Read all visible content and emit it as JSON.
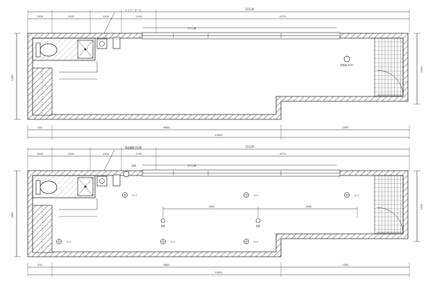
{
  "plans": [
    {
      "id": "plan-top",
      "top_dims": [
        "1500",
        "2500",
        "1500",
        "1200",
        "4570"
      ],
      "overall_top": "10130",
      "left_dim": "1650",
      "right_dim": "1500",
      "bottom_dims": [
        "500",
        "6800",
        "1380"
      ],
      "overall_bottom": "10000",
      "callouts": [
        "シャワーホース",
        "ガラス扉",
        "換気扇 Φ150"
      ]
    },
    {
      "id": "plan-bottom",
      "top_dims": [
        "1500",
        "2500",
        "1500",
        "1200",
        "4570"
      ],
      "overall_top": "10130",
      "left_dim": "1650",
      "right_dim": "1500",
      "bottom_dims": [
        "500",
        "6800",
        "1380"
      ],
      "overall_bottom": "10000",
      "callouts": [
        "換気扇取付位置",
        "ガラス扉",
        "照明",
        "照明",
        "照明"
      ],
      "inner_dims": [
        "3000",
        "3000"
      ],
      "lights": [
        "DL-1",
        "DL-2",
        "DL-3",
        "DL-4",
        "DL-5",
        "DL-6"
      ]
    }
  ]
}
